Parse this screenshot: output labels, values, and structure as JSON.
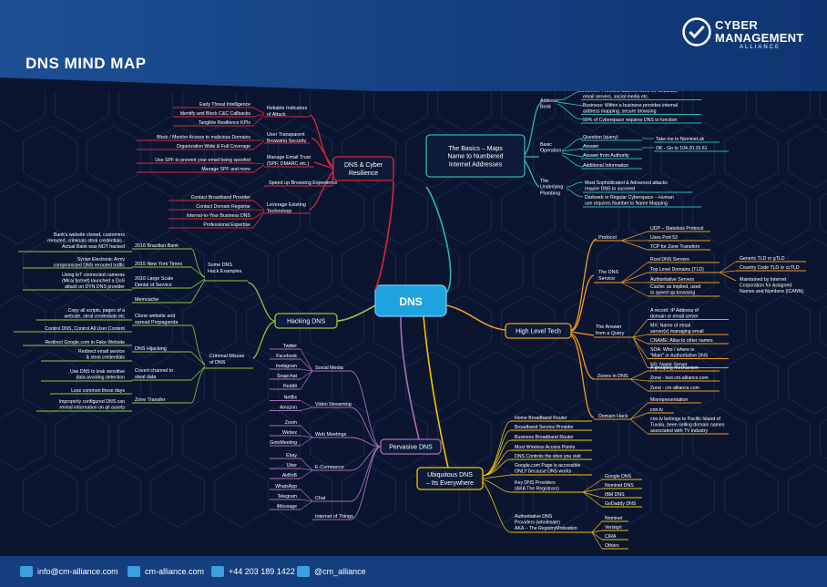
{
  "header": {
    "title": "DNS MIND MAP",
    "logo_line1": "CYBER",
    "logo_line2": "MANAGEMENT",
    "logo_line3": "ALLIANCE"
  },
  "footer": {
    "email": "info@cm-alliance.com",
    "website": "cm-alliance.com",
    "phone": "+44 203 189 1422",
    "twitter": "@cm_alliance"
  },
  "colors": {
    "center": "#2aa7e0",
    "red": "#d8263a",
    "green": "#8cc63f",
    "purple": "#a56eb5",
    "yellow": "#f2c200",
    "orange": "#f39a1f",
    "teal": "#2bb7b2"
  },
  "map": {
    "center": "DNS",
    "basics": {
      "title_lines": [
        "The Basics – Maps",
        "Name to Numbered",
        "Internet Addresses"
      ],
      "address_book": [
        "Address",
        "Book"
      ],
      "address_items": [
        [
          "Internet: Provides address book for websites,",
          "email servers, social media etc."
        ],
        [
          "Business: Within a business provides internal",
          "address mapping, secure browsing"
        ],
        [
          "99% of Cyberspace requires DNS to function"
        ]
      ],
      "basic_operation": [
        "Basic",
        "Operation"
      ],
      "op_items": [
        "Question (query)",
        "Answer",
        "Answer from Authority",
        "Additional Information"
      ],
      "op_right": [
        "Take me to Nominet.uk",
        "OK - Go to 104.20.15.61"
      ],
      "plumbing": [
        "The",
        "Underlying",
        "Plumbing"
      ],
      "plumbing_items": [
        [
          "Most Sophisticated & Advanced attacks",
          "require DNS to succeed"
        ],
        [
          "Darkweb or Regular Cyberspace – Human",
          "use requires Number to Name Mapping"
        ]
      ]
    },
    "cyber": {
      "title_lines": [
        "DNS & Cyber",
        "Resilience"
      ],
      "reliable": [
        "Reliable Indicators",
        "of Attack"
      ],
      "reliable_items": [
        "Early Threat Intelligence",
        "Identify and Block C&C Callbacks",
        "Tangible Resilience KPIs"
      ],
      "trust": [
        "User Transparent",
        "Browsing Security"
      ],
      "trust_items": [
        "Block / Monitor Access to malicious Domains",
        "Organization Wide & Full Coverage"
      ],
      "email": [
        "Manage Email Trust",
        "(SPF, DMARC etc.)"
      ],
      "email_items": [
        "Use SPF to prevent your email being spoofed",
        "Manage SPF and more"
      ],
      "speed": "Speed up Browsing Experience",
      "existing": [
        "Leverage Existing",
        "Technology"
      ],
      "existing_items": [
        "Contact Broadband Provider",
        "Contact Domain Registrar",
        "Internal-to-Your Business DNS",
        "Professional Expertise"
      ]
    },
    "hacking": {
      "title": "Hacking DNS",
      "examples": [
        "Some DNS",
        "Hack Examples"
      ],
      "example_items": [
        "2016 Brazilian Bank",
        "2015 New York Times",
        "2016 Large Scale",
        "Denial of Service",
        "Memcache"
      ],
      "example_notes": [
        [
          "Bank's website cloned, customers",
          "rerouted, criminals steal credentials -",
          "Actual Bank was NOT hacked"
        ],
        [
          "Syrian Electronic Army",
          "compromised DNS rerouted traffic"
        ],
        [
          "Using IoT connected cameras",
          "(Mirai botnet) launched a DoS",
          "attack on DYN DNS provider"
        ]
      ],
      "criminal": [
        "Criminal Misuse",
        "of DNS"
      ],
      "criminal_items": [
        [
          "Clone website and",
          "spread Propaganda"
        ],
        [
          "DNS Hijacking"
        ],
        [
          "Covert channel to",
          "steal data"
        ],
        [
          "Zone Transfer"
        ]
      ],
      "criminal_notes": [
        [
          "Copy all scripts, pages of a",
          "website, steal credentials etc"
        ],
        [
          "Control DNS, Control All User Content"
        ],
        [
          "Redirect Google.com to Fake Website"
        ],
        [
          "Redirect email service",
          "& steal credentials"
        ],
        [
          "Use DNS to leak sensitive",
          "data avoiding detection"
        ],
        [
          "Less common these days"
        ],
        [
          "Improperly configured DNS can",
          "reveal information on all assets"
        ]
      ]
    },
    "pervasive": {
      "title": "Pervasive DNS",
      "groups": [
        {
          "name": "Social Media",
          "items": [
            "Twitter",
            "Facebook",
            "Instagram",
            "Snapchat",
            "Reddit"
          ]
        },
        {
          "name": "Video Streaming",
          "items": [
            "Netflix",
            "Amazon"
          ]
        },
        {
          "name": "Web Meetings",
          "items": [
            "Zoom",
            "Webex",
            "GotoMeeting"
          ]
        },
        {
          "name": "E-Commerce",
          "items": [
            "Ebay",
            "Uber",
            "AirBnB"
          ]
        },
        {
          "name": "Chat",
          "items": [
            "WhatsApp",
            "Telegram",
            "iMessage"
          ]
        },
        {
          "name": "Internet of Things",
          "items": []
        }
      ]
    },
    "ubiquitous": {
      "title_lines": [
        "Ubiquitous DNS",
        "– Its Everywhere"
      ],
      "items": [
        "Home Broadband Router",
        "Broadband Service Provider",
        "Business Broadband Router",
        "Most Wireless Access Points",
        "DNS Controls the sites you visit"
      ],
      "google_lines": [
        "Google.com Page is accessible",
        "ONLY because DNS works"
      ],
      "key_lines": [
        "Key DNS Providers",
        "(AKA The Registrars)"
      ],
      "key_items": [
        "Google DNS",
        "Nominet DNS",
        "IBM DNS",
        "GoDaddy DNS"
      ],
      "auth_lines": [
        "Authoritative DNS",
        "Providers (wholesale)",
        "AKA – The RegistryMotivation"
      ],
      "auth_items": [
        "Nominet",
        "Verisign",
        "CIRA",
        "Others"
      ]
    },
    "hightech": {
      "title": "High Level Tech",
      "protocol": "Protocol",
      "protocol_items": [
        "UDP – Stateless Protocol",
        "Uses Port 53",
        "TCP for Zone Transfers"
      ],
      "service": [
        "The DNS",
        "Service"
      ],
      "service_items": [
        "Root DNS Servers",
        "Top Level Domains (TLD)",
        "Authoritative Servers"
      ],
      "service_cache": [
        "Cache: as implied, used",
        "to speed up browsing"
      ],
      "tld_items": [
        "Generic TLD or gTLD",
        "Country Code TLD or ccTLD"
      ],
      "tld_note": [
        "Maintained by Internet",
        "Corporation for Assigned",
        "Names and Numbers (ICANN)."
      ],
      "answer": [
        "The Answer",
        "from a Query"
      ],
      "answer_items": [
        [
          "A record: IP Address of",
          "domain or email server"
        ],
        [
          "MX: Name of email",
          "server(s) managing email"
        ],
        [
          "CNAME: Alias to other names"
        ],
        [
          "SOA: Who / where is",
          "\"Main\" or Authoritative DNS"
        ],
        [
          "NS: Name Server"
        ]
      ],
      "zones": "Zones in DNS",
      "zone_items": [
        [
          "A grouping mechanism"
        ],
        [
          "Zone - test.cm-alliance.com"
        ],
        [
          "Zone - cm-alliance.com"
        ]
      ],
      "hack": "Domain Hack",
      "hack_items": [
        [
          "Misrepresentation"
        ],
        [
          "cnn.tv"
        ],
        [
          "cnn.tv belongs to Pacific Island of",
          "Tuvalu, been selling domain names",
          "associated with TV industry"
        ]
      ]
    }
  }
}
